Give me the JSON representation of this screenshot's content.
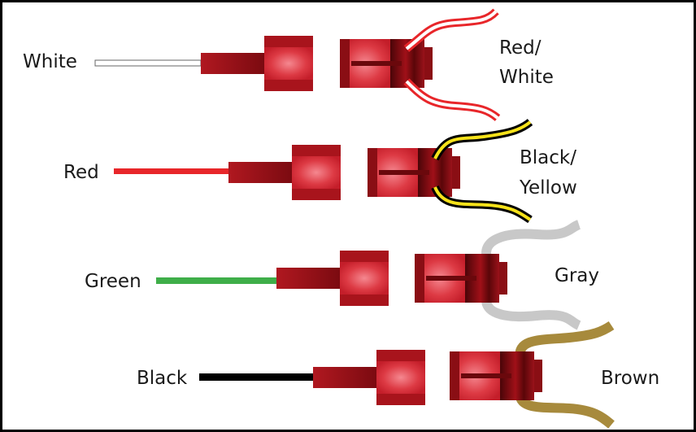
{
  "connections": [
    {
      "left_label": "White",
      "right_label_lines": [
        "Red/",
        "White"
      ],
      "left_wire_color": "#ffffff",
      "left_wire_outline": "#666666",
      "right_wire_outer": "#e8262a",
      "right_wire_inner": "#ffffff"
    },
    {
      "left_label": "Red",
      "right_label_lines": [
        "Black/",
        "Yellow"
      ],
      "left_wire_color": "#e8262a",
      "right_wire_outer": "#000000",
      "right_wire_inner": "#f6e21a"
    },
    {
      "left_label": "Green",
      "right_label_lines": [
        "Gray"
      ],
      "left_wire_color": "#3fae49",
      "right_wire_outer": "#c8c8c8",
      "right_wire_inner": "#c8c8c8"
    },
    {
      "left_label": "Black",
      "right_label_lines": [
        "Brown"
      ],
      "left_wire_color": "#000000",
      "right_wire_outer": "#a78a3c",
      "right_wire_inner": "#a78a3c"
    }
  ],
  "colors": {
    "connector_dark": "#7a0a10",
    "connector_mid": "#c41e2a",
    "connector_light": "#f07a82",
    "frame": "#000000"
  }
}
